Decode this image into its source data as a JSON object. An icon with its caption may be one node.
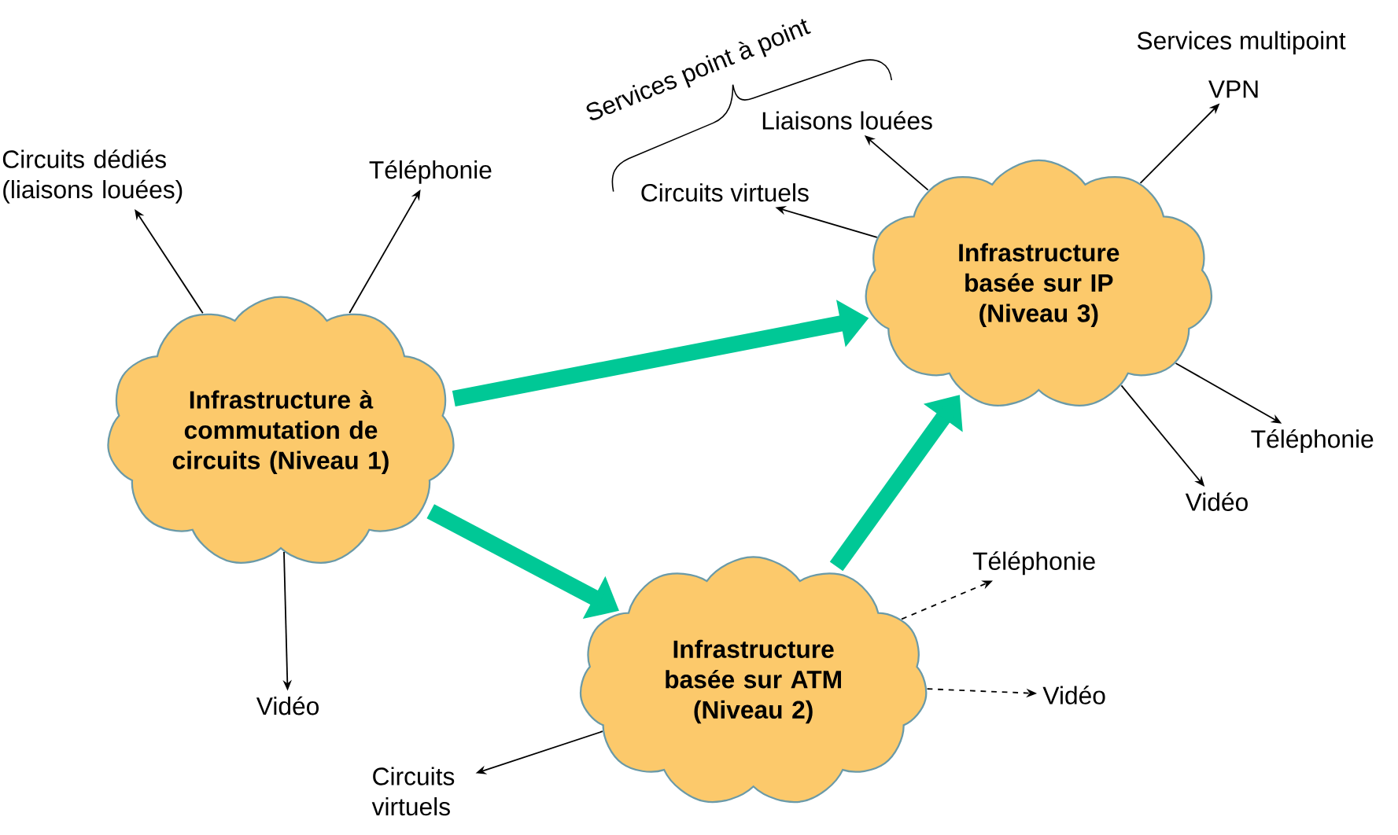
{
  "diagram": {
    "nodes": [
      {
        "text": [
          "Infrastructure à commutation de circuits (Niveau 1)"
        ]
      },
      {
        "text": [
          "Infrastructure basée sur IP (Niveau 3)"
        ]
      },
      {
        "text": [
          "Infrastructure basée sur ATM (Niveau 2)"
        ]
      },
      {
        "text": [
          "Circuits dédiés (liaisons louées)"
        ]
      },
      {
        "text": [
          "Téléphonie"
        ]
      },
      {
        "text": [
          "Vidéo"
        ]
      },
      {
        "text": [
          "Liaisons louées"
        ]
      },
      {
        "text": [
          "Circuits virtuels"
        ]
      },
      {
        "text": [
          "VPN"
        ]
      },
      {
        "text": [
          "Téléphonie"
        ]
      },
      {
        "text": [
          "Vidéo"
        ]
      },
      {
        "text": [
          "Téléphonie"
        ]
      },
      {
        "text": [
          "Vidéo"
        ]
      },
      {
        "text": [
          "Circuits virtuels"
        ]
      }
    ],
    "edges": [
      {
        "from": 0,
        "to": 3,
        "arrow": "to"
      },
      {
        "from": 0,
        "to": 4,
        "arrow": "to"
      },
      {
        "from": 0,
        "to": 5,
        "arrow": "to"
      },
      {
        "from": 1,
        "to": 6,
        "arrow": "to"
      },
      {
        "from": 1,
        "to": 7,
        "arrow": "to"
      },
      {
        "from": 1,
        "to": 8,
        "arrow": "to"
      },
      {
        "from": 1,
        "to": 9,
        "arrow": "to"
      },
      {
        "from": 1,
        "to": 10,
        "arrow": "to"
      },
      {
        "from": 2,
        "to": 11,
        "arrow": "to",
        "style": "dashed"
      },
      {
        "from": 2,
        "to": 12,
        "arrow": "to",
        "style": "dashed"
      },
      {
        "from": 2,
        "to": 13,
        "arrow": "to"
      },
      {
        "from": 0,
        "to": 1,
        "arrow": "to",
        "style": "thick",
        "color": "#00c896"
      },
      {
        "from": 0,
        "to": 2,
        "arrow": "to",
        "style": "thick",
        "color": "#00c896"
      },
      {
        "from": 2,
        "to": 1,
        "arrow": "to",
        "style": "thick",
        "color": "#00c896"
      }
    ],
    "labels": [
      "Services point à point",
      "Services multipoint"
    ]
  }
}
